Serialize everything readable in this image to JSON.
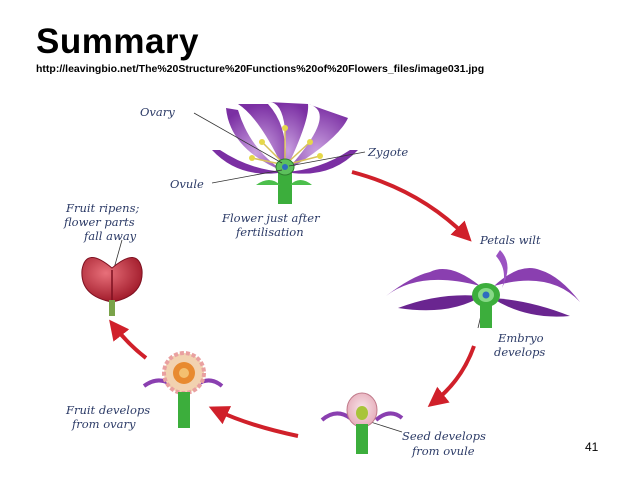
{
  "slide": {
    "title": "Summary",
    "source_url": "http://leavingbio.net/The%20Structure%20Functions%20of%20Flowers_files/image031.jpg",
    "page_number": "41"
  },
  "diagram": {
    "labels": {
      "ovary": "Ovary",
      "zygote": "Zygote",
      "ovule": "Ovule",
      "flower_after_line1": "Flower just after",
      "flower_after_line2": "fertilisation",
      "petals_wilt": "Petals wilt",
      "embryo_line1": "Embryo",
      "embryo_line2": "develops",
      "seed_line1": "Seed develops",
      "seed_line2": "from ovule",
      "fruit_dev_line1": "Fruit develops",
      "fruit_dev_line2": "from ovary",
      "fruit_ripens_line1": "Fruit ripens;",
      "fruit_ripens_line2": "flower parts",
      "fruit_ripens_line3": "fall away"
    },
    "colors": {
      "arrow": "#d0202a",
      "petal": "#8a3fb0",
      "stem": "#3cae3c",
      "fruit": "#b51e2c",
      "label": "#2b3a66"
    }
  }
}
